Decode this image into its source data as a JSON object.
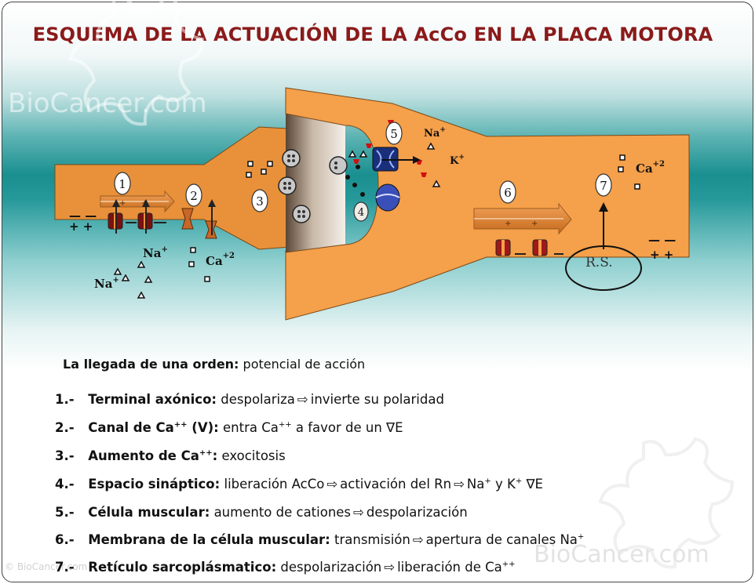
{
  "title": "ESQUEMA DE LA ACTUACIÓN DE LA AcCo EN LA PLACA MOTORA",
  "watermark": {
    "main": "BioCancer.com",
    "footer": "BioCancer.com",
    "corner": "© BioCancer.com"
  },
  "diagram": {
    "step_numbers": [
      "1",
      "2",
      "3",
      "4",
      "5",
      "6",
      "7"
    ],
    "labels": {
      "na_left_1": "Na",
      "na_left_2": "Na",
      "ca_left": "Ca",
      "ca_left_sup": "+2",
      "na_right": "Na",
      "k_right": "K",
      "ca_right": "Ca",
      "ca_right_sup": "+2",
      "plus_sup": "+",
      "rs": "R.S.",
      "charges_left_top": "— —",
      "charges_left_bottom": "+ +",
      "charges_right_top": "— —",
      "charges_right_bottom": "+ +"
    }
  },
  "intro": {
    "bold": "La llegada de una orden:",
    "text": "potencial de acción"
  },
  "items": [
    {
      "num": "1.-",
      "bold": "Terminal axónico:",
      "pre": "despolariza",
      "arrow": "⇨",
      "post": "invierte su polaridad"
    },
    {
      "num": "2.-",
      "bold": "Canal de Ca",
      "bold_sup": "++",
      "bold_tail": " (V):",
      "pre": "entra Ca",
      "pre_sup": "++",
      "post": "a favor de un ∇E"
    },
    {
      "num": "3.-",
      "bold": "Aumento de Ca",
      "bold_sup": "++",
      "bold_tail": ":",
      "pre": "exocitosis"
    },
    {
      "num": "4.-",
      "bold": "Espacio sináptico:",
      "pre": "liberación AcCo",
      "arrow": "⇨",
      "mid": "activación del Rn",
      "arrow2": "⇨",
      "post": "Na",
      "post_sup": "+",
      "post2": "y K",
      "post2_sup": "+",
      "post3": "∇E"
    },
    {
      "num": "5.-",
      "bold": "Célula muscular:",
      "pre": "aumento de cationes",
      "arrow": "⇨",
      "post": "despolarización"
    },
    {
      "num": "6.-",
      "bold": "Membrana de la célula muscular:",
      "pre": "transmisión",
      "arrow": "⇨",
      "post": "apertura de canales Na",
      "post_sup": "+"
    },
    {
      "num": "7.-",
      "bold": "Retículo sarcoplásmatico:",
      "pre": "despolarización",
      "arrow": "⇨",
      "post": "liberación de Ca",
      "post_sup": "++"
    }
  ]
}
